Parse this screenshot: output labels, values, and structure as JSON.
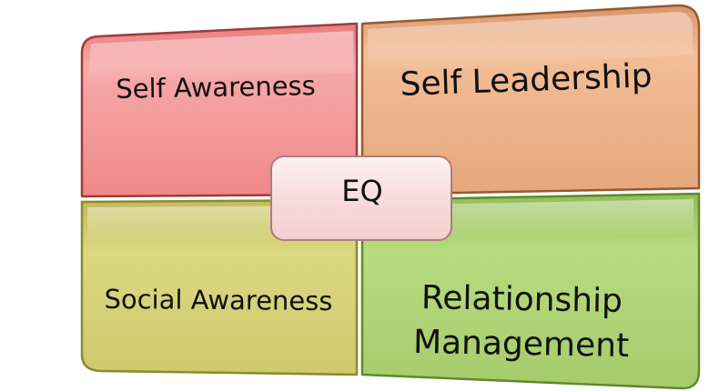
{
  "diagram": {
    "quadrants": {
      "top_left": "Self Awareness",
      "top_right": "Self Leadership",
      "bottom_left": "Social Awareness",
      "bottom_right_line1": "Relationship",
      "bottom_right_line2": "Management"
    },
    "center": "EQ",
    "colors": {
      "top_left": "#ee8080",
      "top_right": "#e7a77b",
      "bottom_left": "#cdc768",
      "bottom_right": "#a6cc6a",
      "center": "#f8dede"
    }
  }
}
